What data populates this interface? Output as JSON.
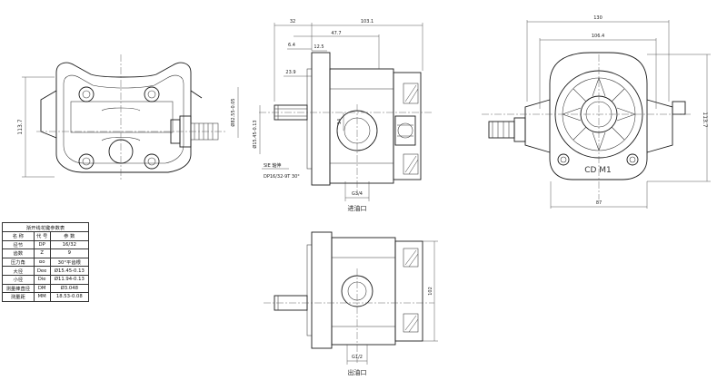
{
  "table": {
    "title": "渐开线花键参数表",
    "headers": [
      "名 称",
      "代 号",
      "参 数"
    ],
    "rows": [
      {
        "name": "径节",
        "code": "DP",
        "value": "16/32"
      },
      {
        "name": "齿数",
        "code": "Z",
        "value": "9"
      },
      {
        "name": "压力角",
        "code": "αo",
        "value": "30°平齿根"
      },
      {
        "name": "大径",
        "code": "Dee",
        "value": "Ø15.45-0.13"
      },
      {
        "name": "小径",
        "code": "Die",
        "value": "Ø11.94-0.13"
      },
      {
        "name": "测量棒直径",
        "code": "DM",
        "value": "Ø3.048"
      },
      {
        "name": "测量距",
        "code": "MM",
        "value": "18.53-0.08"
      }
    ]
  },
  "view_left": {
    "dim_height": "113.7"
  },
  "view_middle": {
    "dims": {
      "d32": "32",
      "d103": "103.1",
      "d47": "47.7",
      "d64": "6.4",
      "d125": "12.5",
      "d239": "23.9",
      "d815": "Ø82.55-0.05",
      "d1545": "Ø15.45-0.13",
      "d14": "14",
      "g34": "G3/4"
    },
    "note_spline": "SIE 轴伸",
    "note_spline2": "DP16/32-9T 30°",
    "inlet_label": "进油口"
  },
  "view_right": {
    "dim_top": "130",
    "dim_mid": "106.4",
    "dim_height": "113.7",
    "dim_bottom": "87",
    "plate_label": "CD M1"
  },
  "view_bottom": {
    "dim_height": "102",
    "g12": "G1/2",
    "outlet_label": "出油口"
  }
}
